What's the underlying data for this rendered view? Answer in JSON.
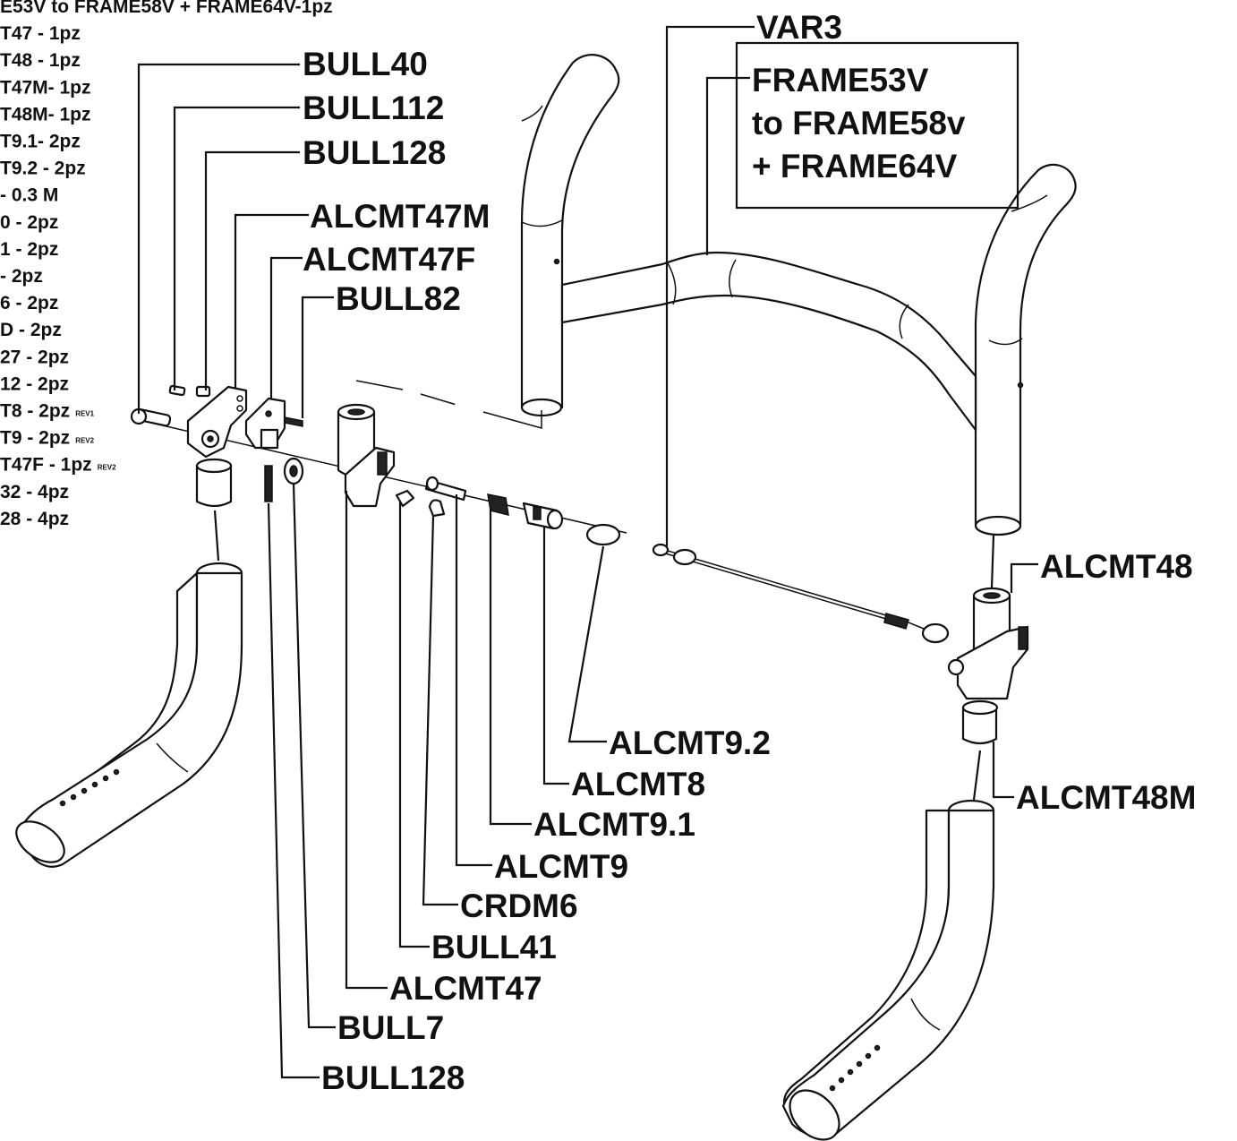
{
  "bom": {
    "lines": [
      {
        "text": "E53V to FRAME58V + FRAME64V-1pz"
      },
      {
        "text": "T47 - 1pz"
      },
      {
        "text": "T48 - 1pz"
      },
      {
        "text": "T47M- 1pz"
      },
      {
        "text": "T48M- 1pz"
      },
      {
        "text": "T9.1- 2pz"
      },
      {
        "text": "T9.2 - 2pz"
      },
      {
        "text": "- 0.3 M"
      },
      {
        "text": "0 - 2pz"
      },
      {
        "text": "1 - 2pz"
      },
      {
        "text": "- 2pz"
      },
      {
        "text": "6 - 2pz"
      },
      {
        "text": "D - 2pz"
      },
      {
        "text": "27 - 2pz"
      },
      {
        "text": "12 - 2pz"
      },
      {
        "text": "T8 - 2pz",
        "rev": "REV1"
      },
      {
        "text": "T9 - 2pz",
        "rev": "REV2"
      },
      {
        "text": "T47F - 1pz",
        "rev": "REV2"
      },
      {
        "text": "32 - 4pz"
      },
      {
        "text": "28 - 4pz"
      }
    ]
  },
  "labels": {
    "var3": "VAR3",
    "frame_line1": "FRAME53V",
    "frame_line2": "to FRAME58v",
    "frame_line3": "+ FRAME64V",
    "bull40": "BULL40",
    "bull112": "BULL112",
    "bull128_top": "BULL128",
    "alcmt47m": "ALCMT47M",
    "alcmt47f": "ALCMT47F",
    "bull82": "BULL82",
    "alcmt48": "ALCMT48",
    "alcmt48m": "ALCMT48M",
    "alcmt9_2": "ALCMT9.2",
    "alcmt8": "ALCMT8",
    "alcmt9_1": "ALCMT9.1",
    "alcmt9": "ALCMT9",
    "crdm6": "CRDM6",
    "bull41": "BULL41",
    "alcmt47": "ALCMT47",
    "bull7": "BULL7",
    "bull128_bottom": "BULL128"
  }
}
